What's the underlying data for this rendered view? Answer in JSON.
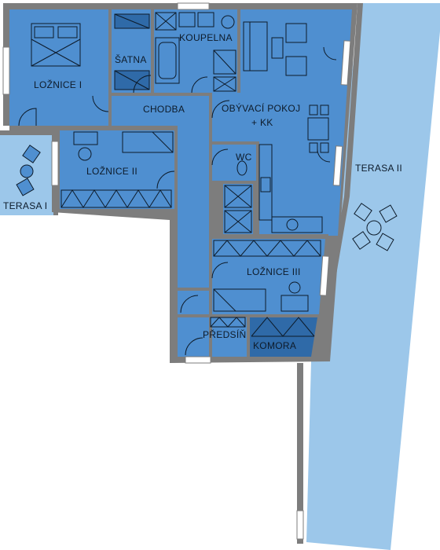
{
  "colors": {
    "room": "#4f8fd0",
    "terrace": "#9cc7ea",
    "wall": "#7d7d7d",
    "storage": "#2f6aa8",
    "line": "#0d1b2a"
  },
  "rooms": {
    "loznice1": "LOŽNICE I",
    "satna": "ŠATNA",
    "koupelna": "KOUPELNA",
    "chodba": "CHODBA",
    "obyvaci_line1": "OBÝVACÍ POKOJ",
    "obyvaci_line2": "+ KK",
    "loznice2": "LOŽNICE II",
    "wc": "WC",
    "terasa1": "TERASA I",
    "terasa2": "TERASA II",
    "loznice3": "LOŽNICE III",
    "predsin": "PŘEDSÍŇ",
    "komora": "KOMORA"
  }
}
